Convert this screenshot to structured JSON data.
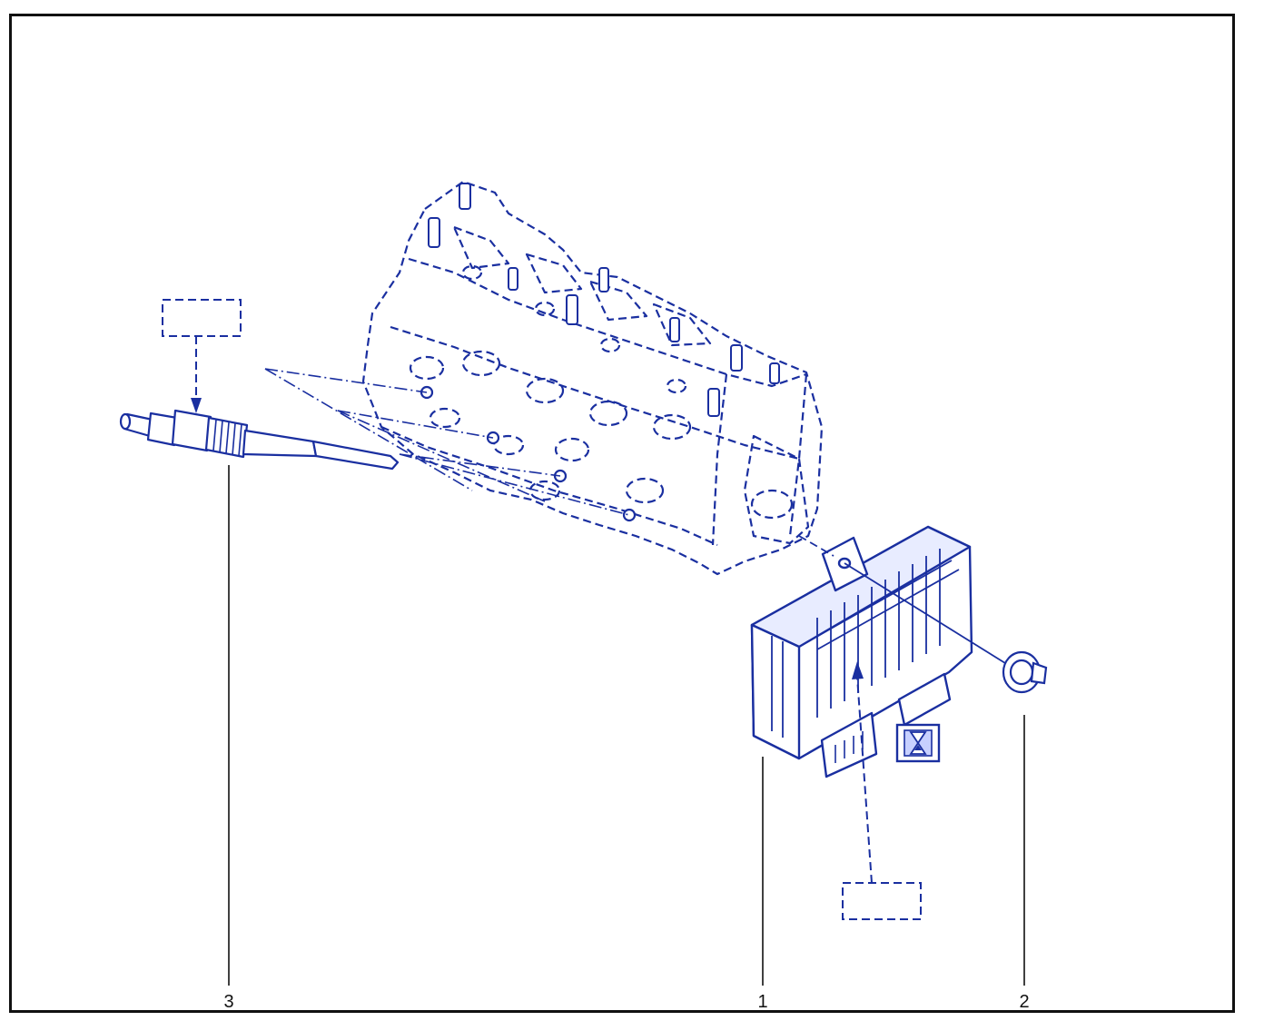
{
  "diagram": {
    "colors": {
      "line": "#1a2fa0",
      "fill": "#e8ecff",
      "leader": "#111111",
      "frame": "#111111"
    },
    "callouts": [
      {
        "id": "glow-plug",
        "label": "3"
      },
      {
        "id": "control-unit",
        "label": "1"
      },
      {
        "id": "nut",
        "label": "2"
      }
    ],
    "icons": [
      "hourglass-icon"
    ]
  }
}
